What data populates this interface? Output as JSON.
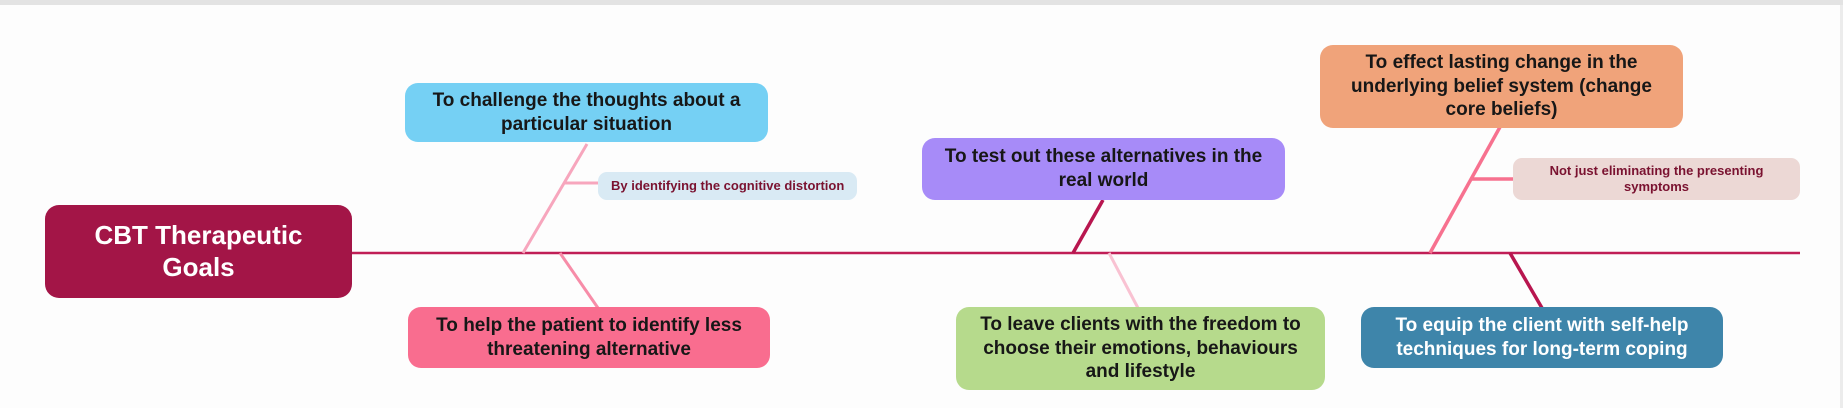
{
  "diagram": {
    "type": "mind-map",
    "background": "#fdfdfd",
    "topbar_color": "#e3e3e3",
    "spine_color": "#c01e56"
  },
  "root": {
    "label": "CBT Therapeutic Goals",
    "bg": "#a31547",
    "text_color": "#ffffff"
  },
  "branches": {
    "challenge": {
      "label": "To challenge the thoughts about a particular situation",
      "bg": "#75d0f4",
      "text_color": "#171717",
      "connector_color": "#f7a6bd"
    },
    "challenge_sub": {
      "label": "By identifying the cognitive distortion",
      "bg": "#d9eaf4",
      "text_color": "#7a1230",
      "connector_color": "#f7a6bd"
    },
    "help": {
      "label": "To help the patient to identify less threatening alternative",
      "bg": "#f96d8f",
      "text_color": "#171717",
      "connector_color": "#f78ca8"
    },
    "test": {
      "label": "To test out these alternatives in the real world",
      "bg": "#a78bf8",
      "text_color": "#171717",
      "connector_color": "#b8164f"
    },
    "leave": {
      "label": "To leave clients with the freedom to choose their emotions, behaviours and lifestyle",
      "bg": "#b6da8c",
      "text_color": "#171717",
      "connector_color": "#f9c2d2"
    },
    "effect": {
      "label": "To effect lasting change in the underlying belief system (change core beliefs)",
      "bg": "#f0a37a",
      "text_color": "#171717",
      "connector_color": "#f7718f"
    },
    "effect_sub": {
      "label": "Not just eliminating the presenting symptoms",
      "bg": "#ecd8d5",
      "text_color": "#7a1230",
      "connector_color": "#f7718f"
    },
    "equip": {
      "label": "To equip the client with self-help techniques for long-term coping",
      "bg": "#3e85aa",
      "text_color": "#ffffff",
      "connector_color": "#b8164f"
    }
  }
}
